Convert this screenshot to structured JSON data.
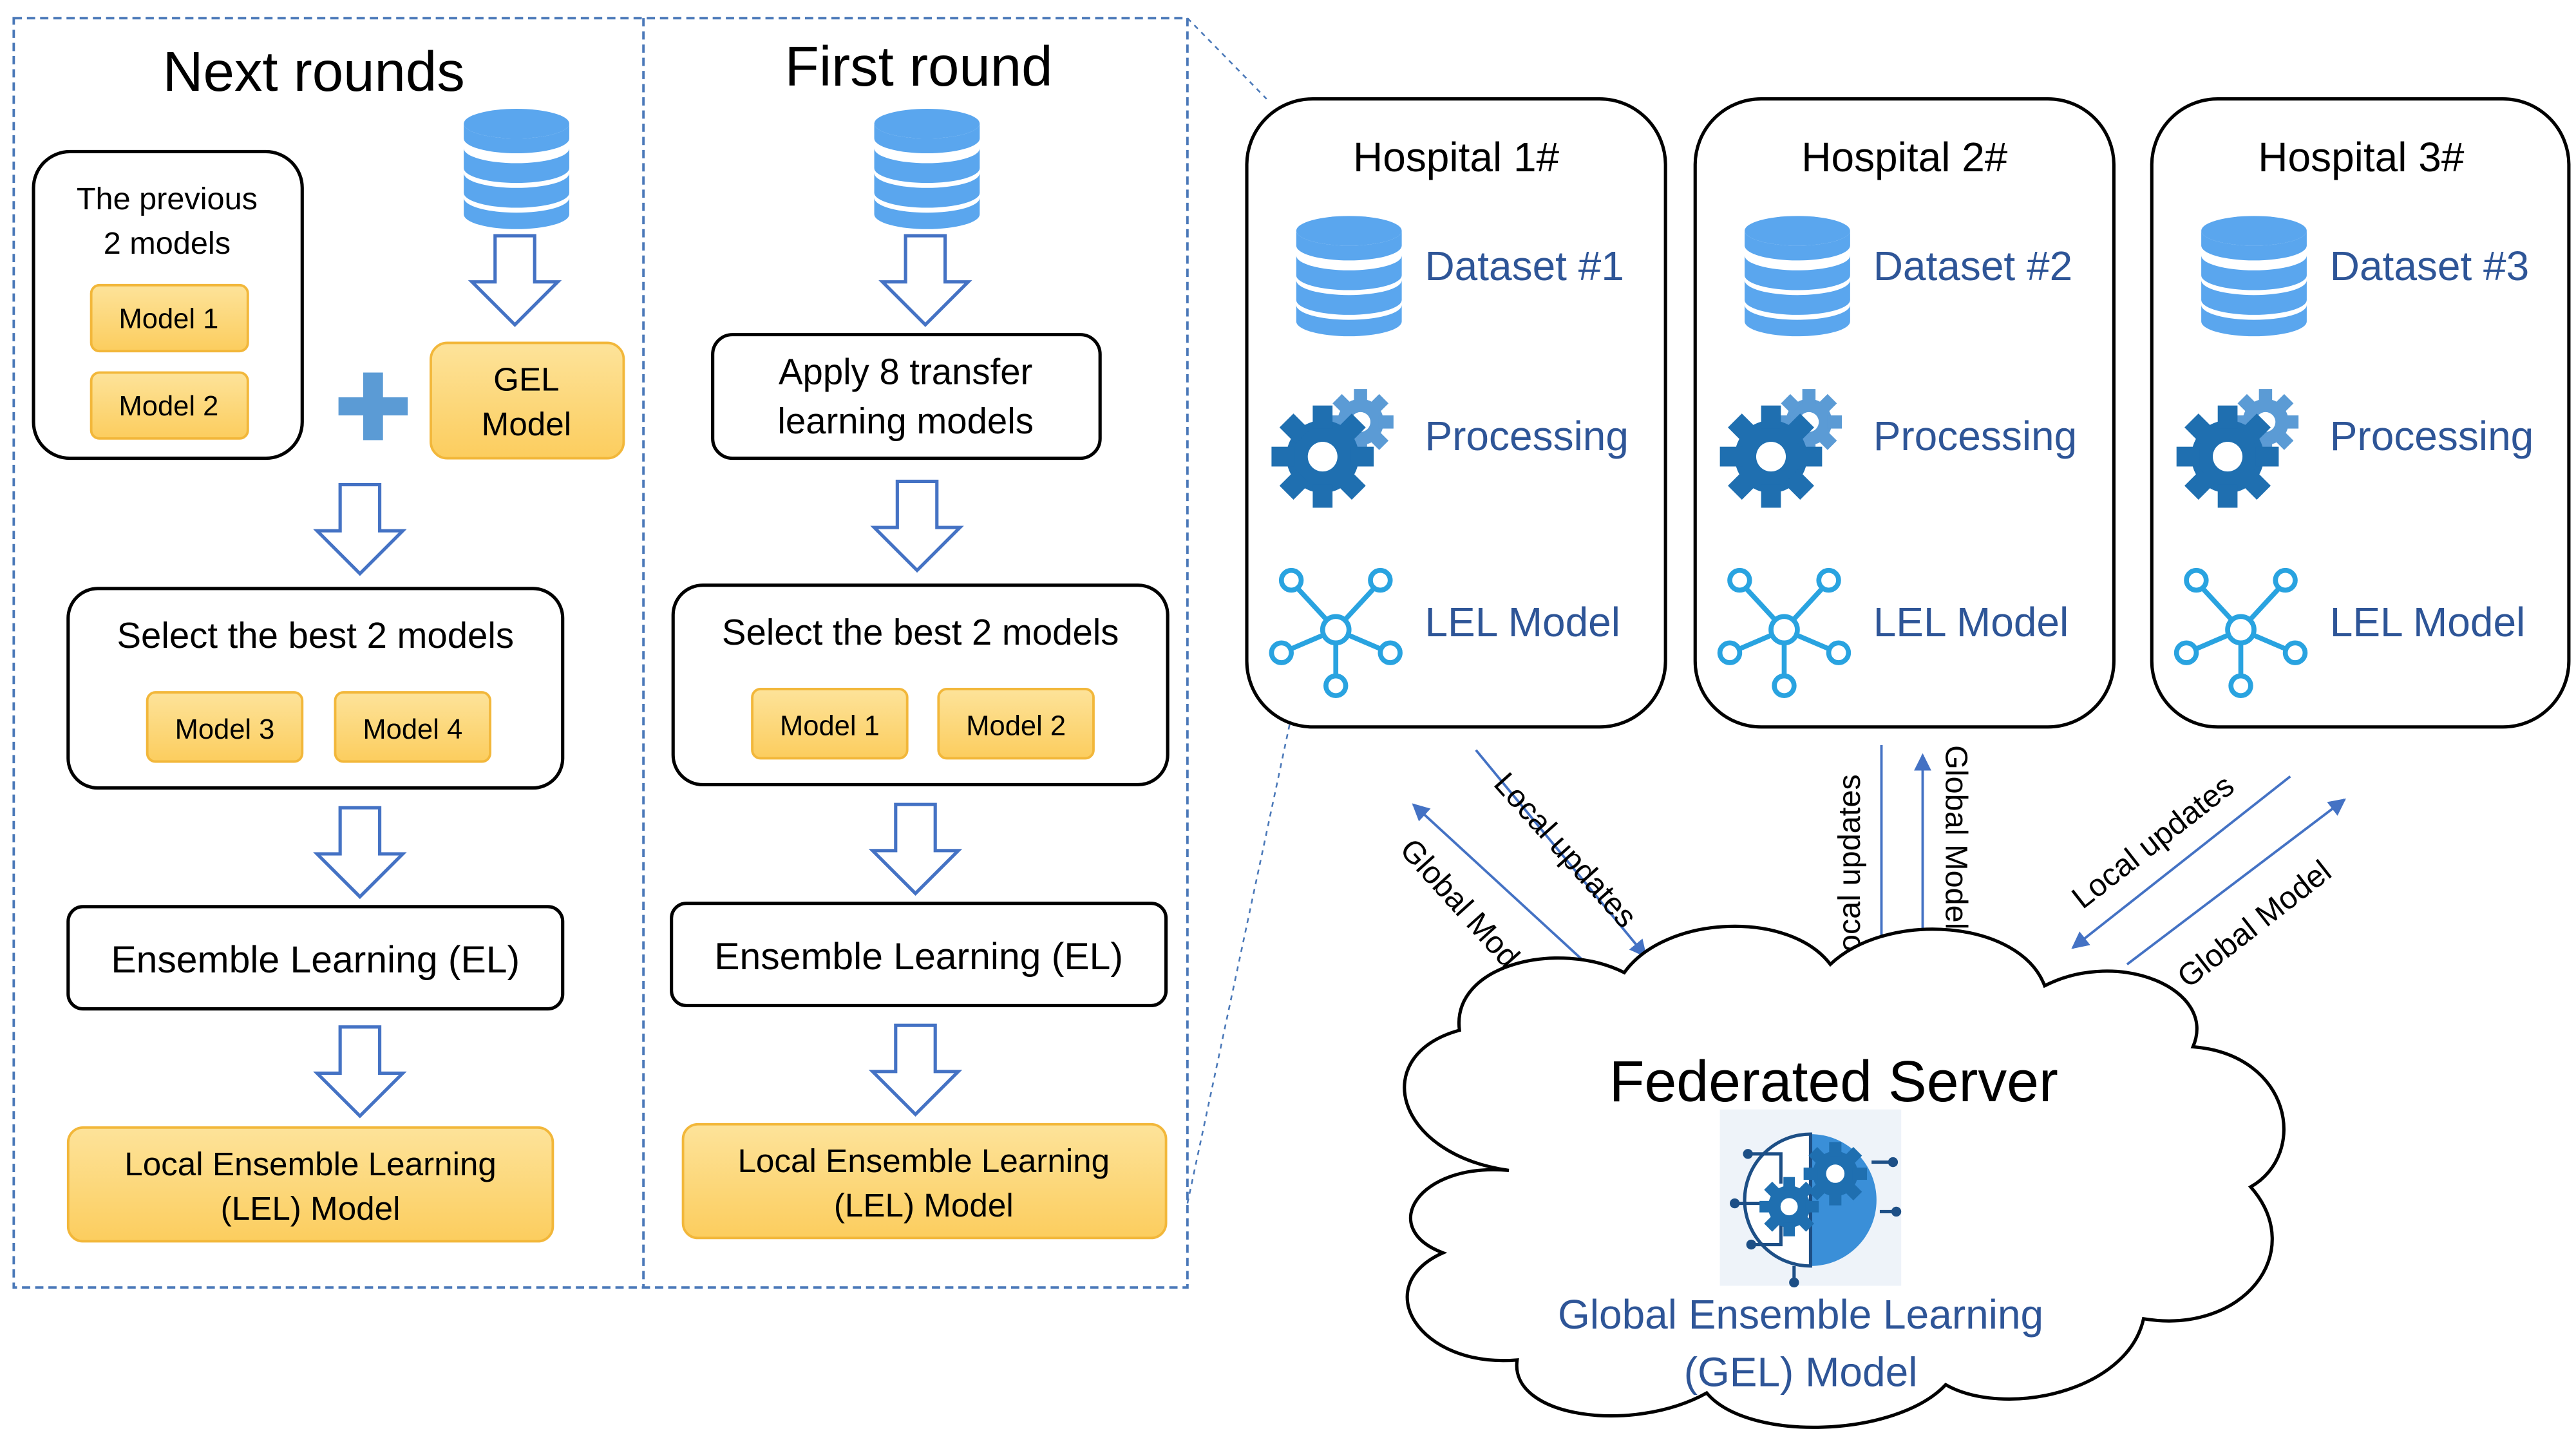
{
  "next_rounds": {
    "title": "Next rounds",
    "previous_box": {
      "line1": "The previous",
      "line2": "2 models"
    },
    "prev_models": [
      "Model 1",
      "Model 2"
    ],
    "gel_model": {
      "line1": "GEL",
      "line2": "Model"
    },
    "select_label": "Select the best 2 models",
    "best_models": [
      "Model 3",
      "Model 4"
    ],
    "ensemble_label": "Ensemble Learning (EL)",
    "lel": {
      "line1": "Local Ensemble Learning",
      "line2": "(LEL) Model"
    }
  },
  "first_round": {
    "title": "First round",
    "transfer": {
      "line1": "Apply 8 transfer",
      "line2": "learning models"
    },
    "select_label": "Select the best 2 models",
    "best_models": [
      "Model 1",
      "Model 2"
    ],
    "ensemble_label": "Ensemble Learning (EL)",
    "lel": {
      "line1": "Local Ensemble Learning",
      "line2": "(LEL) Model"
    }
  },
  "hospitals": [
    {
      "title": "Hospital 1#",
      "dataset": "Dataset #1",
      "processing": "Processing",
      "model": "LEL Model"
    },
    {
      "title": "Hospital 2#",
      "dataset": "Dataset #2",
      "processing": "Processing",
      "model": "LEL Model"
    },
    {
      "title": "Hospital 3#",
      "dataset": "Dataset #3",
      "processing": "Processing",
      "model": "LEL Model"
    }
  ],
  "links": {
    "local_updates": "Local updates",
    "global_model": "Global Model"
  },
  "server": {
    "title": "Federated Server",
    "gel": {
      "line1": "Global Ensemble Learning",
      "line2": "(GEL) Model"
    }
  },
  "colors": {
    "accent_blue": "#2e5597",
    "db_blue": "#5aa6ee",
    "gear_dark": "#1f6fb0",
    "gear_light": "#5b9bd5",
    "network_blue": "#29a3e0",
    "model_fill": "#fdd97a",
    "model_stroke": "#f2b73a",
    "dashed_border": "#4a78b8",
    "arrow_outline": "#4472c4"
  }
}
